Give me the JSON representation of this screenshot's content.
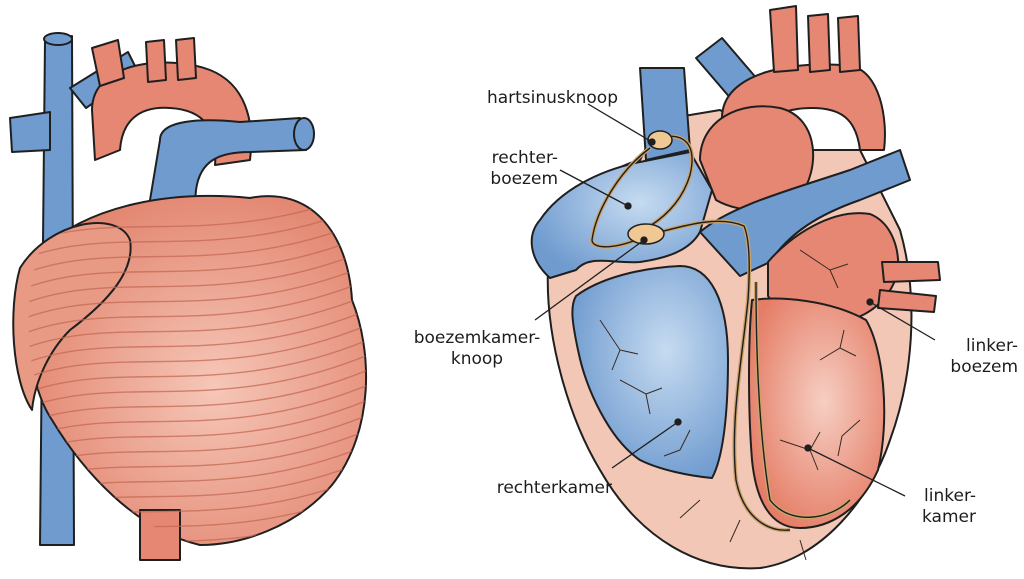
{
  "diagram": {
    "colors": {
      "vein_blue": "#6f9bcf",
      "artery_red": "#e58772",
      "muscle_pink": "#e89a85",
      "wall_light": "#f3c7b6",
      "node_tan": "#f0c893",
      "outline": "#1f1f1f"
    },
    "labels": {
      "sa_node": "hartsinusknoop",
      "right_atrium": "rechter-\nboezem",
      "av_node": "boezemkamer-\nknoop",
      "right_ventricle": "rechterkamer",
      "left_atrium": "linker-\nboezem",
      "left_ventricle": "linker-\nkamer"
    }
  }
}
